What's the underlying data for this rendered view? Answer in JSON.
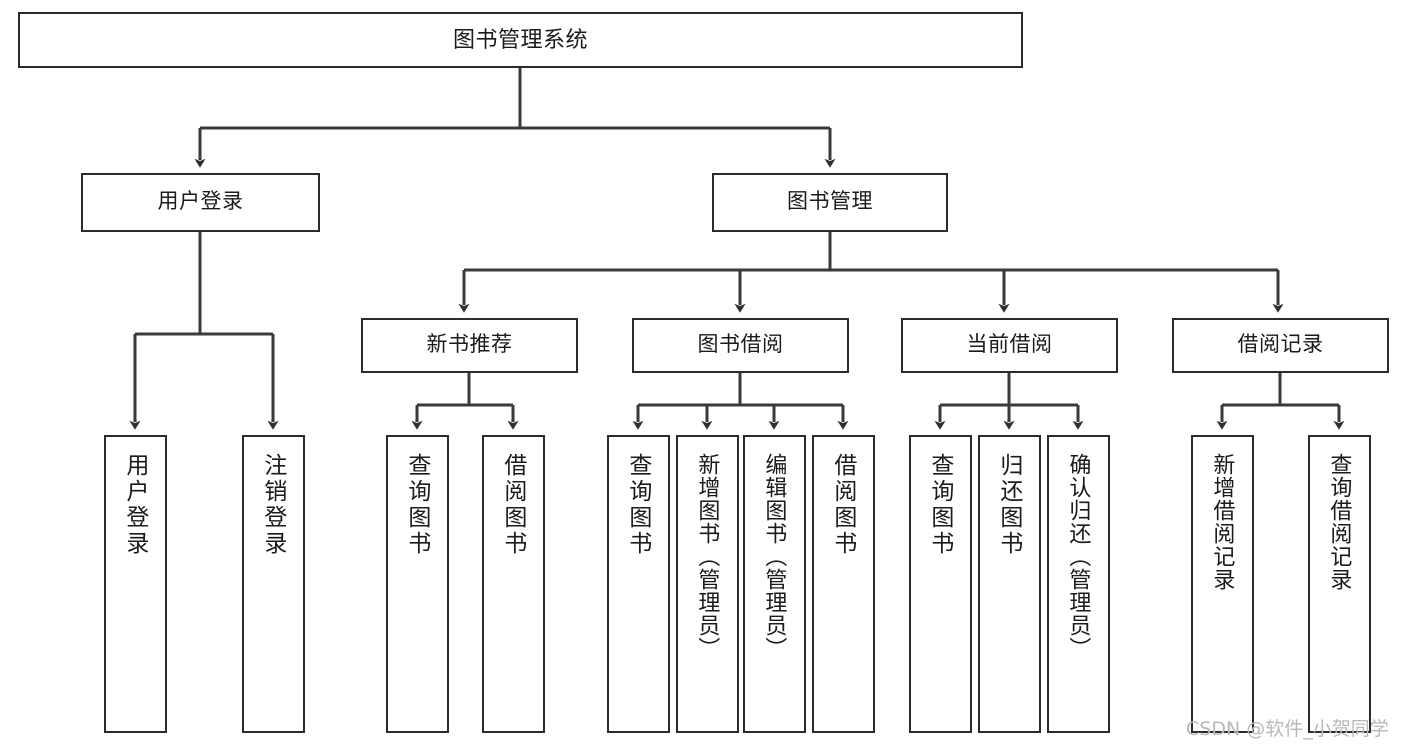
{
  "diagram": {
    "type": "tree-hierarchy",
    "title": "图书管理系统",
    "orientation": "top-down",
    "colors": {
      "box_border": "#2b2b2b",
      "box_fill": "#ffffff",
      "edge": "#3a3a3a",
      "text": "#1b1b1b",
      "watermark": "#b9b9b9",
      "background": "#ffffff"
    }
  },
  "nodes": {
    "root": {
      "label": "图书管理系统",
      "level": 1
    },
    "level2": [
      {
        "id": "user-login",
        "label": "用户登录"
      },
      {
        "id": "book-manage",
        "label": "图书管理"
      }
    ],
    "level3": [
      {
        "id": "new-book-recommend",
        "label": "新书推荐"
      },
      {
        "id": "book-borrow",
        "label": "图书借阅"
      },
      {
        "id": "current-borrow",
        "label": "当前借阅"
      },
      {
        "id": "borrow-record",
        "label": "借阅记录"
      }
    ],
    "leaves": {
      "user_login": [
        {
          "id": "leaf-user-login",
          "label": "用户登录"
        },
        {
          "id": "leaf-logout",
          "label": "注销登录"
        }
      ],
      "new_book_recommend": [
        {
          "id": "leaf-query-books-1",
          "label": "查询图书"
        },
        {
          "id": "leaf-borrow-books-1",
          "label": "借阅图书"
        }
      ],
      "book_borrow": [
        {
          "id": "leaf-query-books-2",
          "label": "查询图书"
        },
        {
          "id": "leaf-add-book",
          "label": "新增图书（管理员）"
        },
        {
          "id": "leaf-edit-book",
          "label": "编辑图书（管理员）"
        },
        {
          "id": "leaf-borrow-books-2",
          "label": "借阅图书"
        }
      ],
      "current_borrow": [
        {
          "id": "leaf-query-books-3",
          "label": "查询图书"
        },
        {
          "id": "leaf-return-book",
          "label": "归还图书"
        },
        {
          "id": "leaf-confirm-return",
          "label": "确认归还（管理员）"
        }
      ],
      "borrow_record": [
        {
          "id": "leaf-add-record",
          "label": "新增借阅记录"
        },
        {
          "id": "leaf-query-record",
          "label": "查询借阅记录"
        }
      ]
    }
  },
  "watermark": {
    "text": "CSDN @软件_小贺同学"
  }
}
